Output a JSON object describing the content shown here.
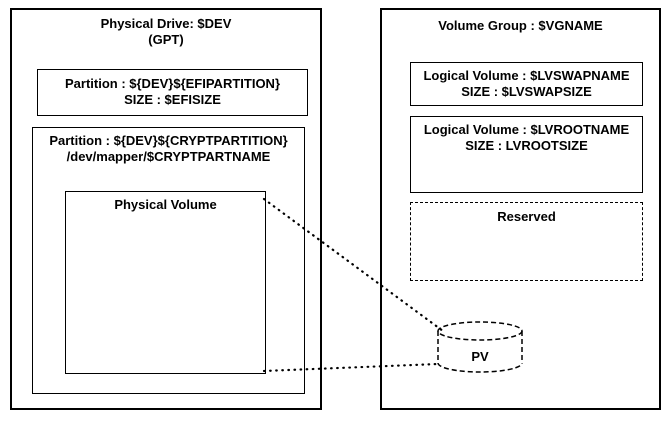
{
  "physical_drive": {
    "title": "Physical Drive: $DEV",
    "subtitle": "(GPT)",
    "efi_partition": {
      "line1": "Partition : ${DEV}${EFIPARTITION}",
      "line2": "SIZE : $EFISIZE"
    },
    "crypt_partition": {
      "line1": "Partition : ${DEV}${CRYPTPARTITION}",
      "line2": "/dev/mapper/$CRYPTPARTNAME",
      "physical_volume_label": "Physical Volume"
    }
  },
  "volume_group": {
    "title": "Volume Group : $VGNAME",
    "swap_lv": {
      "line1": "Logical Volume : $LVSWAPNAME",
      "line2": "SIZE : $LVSWAPSIZE"
    },
    "root_lv": {
      "line1": "Logical Volume : $LVROOTNAME",
      "line2": "SIZE : LVROOTSIZE"
    },
    "reserved_label": "Reserved",
    "pv_label": "PV"
  },
  "colors": {
    "border": "#000000",
    "background": "#ffffff"
  }
}
